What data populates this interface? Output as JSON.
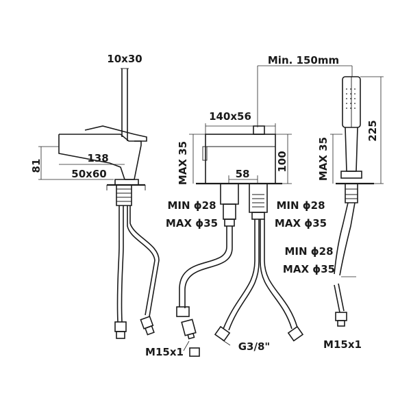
{
  "colors": {
    "line": "#1a1a1a",
    "background": "#ffffff"
  },
  "labels": {
    "spout_section": "10x30",
    "hose_length": "Min. 150mm",
    "body_size": "140x56",
    "shower_height": "225",
    "mixer_depth": "138",
    "mixer_height": "81",
    "base_size": "50x60",
    "deck_left": "MAX 35",
    "body_height": "100",
    "deck_right": "MAX 35",
    "spacing": "58",
    "hole_min_left": "MIN ϕ28",
    "hole_max_left": "MAX ϕ35",
    "hole_min_mid": "MIN ϕ28",
    "hole_max_mid": "MAX ϕ35",
    "hole_min_right": "MIN ϕ28",
    "hole_max_right": "MAX ϕ35",
    "thread_left": "M15x1",
    "thread_mid": "G3/8\"",
    "thread_right": "M15x1"
  }
}
